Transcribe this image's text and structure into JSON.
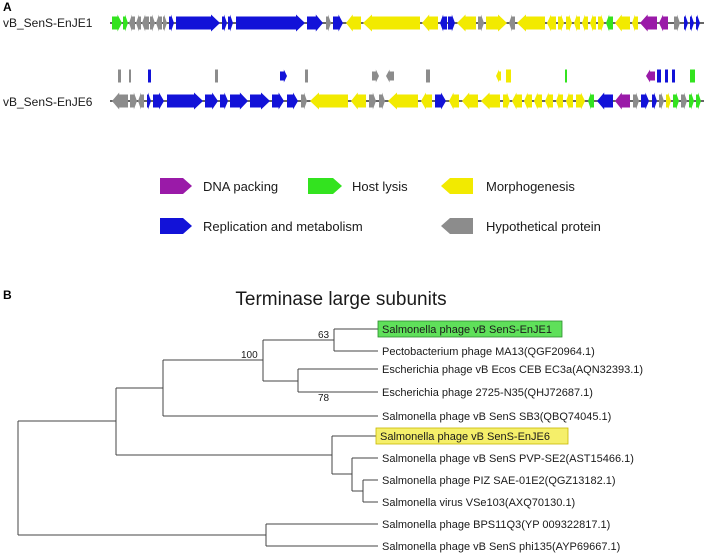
{
  "panel_a": {
    "label": "A",
    "genome1_name": "vB_SenS-EnJE1",
    "genome2_name": "vB_SenS-EnJE6",
    "legend": [
      {
        "label": "DNA packing",
        "color": "#9a1aa8"
      },
      {
        "label": "Host lysis",
        "color": "#33e31f"
      },
      {
        "label": "Morphogenesis",
        "color": "#f2ea00"
      },
      {
        "label": "Replication and metabolism",
        "color": "#1212d8"
      },
      {
        "label": "Hypothetical protein",
        "color": "#8c8c8c"
      }
    ]
  },
  "panel_b": {
    "label": "B",
    "title": "Terminase large subunits",
    "leaves": [
      {
        "text": "Salmonella phage vB SenS-EnJE1",
        "highlight": "#5fe05a"
      },
      {
        "text": "Pectobacterium phage MA13(QGF20964.1)",
        "highlight": ""
      },
      {
        "text": "Escherichia phage vB Ecos CEB EC3a(AQN32393.1)",
        "highlight": ""
      },
      {
        "text": "Escherichia phage 2725-N35(QHJ72687.1)",
        "highlight": ""
      },
      {
        "text": "Salmonella phage vB SenS SB3(QBQ74045.1)",
        "highlight": ""
      },
      {
        "text": "Salmonella phage vB SenS-EnJE6",
        "highlight": "#f5ef6a"
      },
      {
        "text": "Salmonella phage vB SenS PVP-SE2(AST15466.1)",
        "highlight": ""
      },
      {
        "text": "Salmonella phage PIZ SAE-01E2(QGZ13182.1)",
        "highlight": ""
      },
      {
        "text": "Salmonella virus VSe103(AXQ70130.1)",
        "highlight": ""
      },
      {
        "text": "Salmonella phage BPS11Q3(YP 009322817.1)",
        "highlight": ""
      },
      {
        "text": "Salmonella phage vB SenS phi135(AYP69667.1)",
        "highlight": ""
      }
    ],
    "bootstrap": [
      "63",
      "100",
      "78"
    ]
  },
  "genes": {
    "genome1": [
      {
        "s": 112,
        "e": 122,
        "c": "green",
        "d": 1
      },
      {
        "s": 123,
        "e": 128,
        "c": "green",
        "d": 1
      },
      {
        "s": 129,
        "e": 135,
        "c": "gray",
        "d": -1
      },
      {
        "s": 136,
        "e": 141,
        "c": "gray",
        "d": -1
      },
      {
        "s": 142,
        "e": 149,
        "c": "gray",
        "d": -1
      },
      {
        "s": 150,
        "e": 155,
        "c": "gray",
        "d": 1
      },
      {
        "s": 156,
        "e": 162,
        "c": "gray",
        "d": -1
      },
      {
        "s": 163,
        "e": 167,
        "c": "gray",
        "d": 1
      },
      {
        "s": 169,
        "e": 174,
        "c": "blue",
        "d": 1
      },
      {
        "s": 176,
        "e": 220,
        "c": "blue",
        "d": 1
      },
      {
        "s": 222,
        "e": 227,
        "c": "blue",
        "d": 1
      },
      {
        "s": 228,
        "e": 233,
        "c": "blue",
        "d": 1
      },
      {
        "s": 236,
        "e": 305,
        "c": "blue",
        "d": 1
      },
      {
        "s": 307,
        "e": 323,
        "c": "blue",
        "d": 1
      },
      {
        "s": 326,
        "e": 331,
        "c": "gray",
        "d": 1
      },
      {
        "s": 333,
        "e": 343,
        "c": "blue",
        "d": 1
      },
      {
        "s": 346,
        "e": 361,
        "c": "yellow",
        "d": -1
      },
      {
        "s": 363,
        "e": 420,
        "c": "yellow",
        "d": -1
      },
      {
        "s": 422,
        "e": 438,
        "c": "yellow",
        "d": -1
      },
      {
        "s": 440,
        "e": 447,
        "c": "blue",
        "d": -1
      },
      {
        "s": 448,
        "e": 455,
        "c": "blue",
        "d": 1
      },
      {
        "s": 457,
        "e": 476,
        "c": "yellow",
        "d": -1
      },
      {
        "s": 478,
        "e": 484,
        "c": "gray",
        "d": 1
      },
      {
        "s": 486,
        "e": 507,
        "c": "yellow",
        "d": 1
      },
      {
        "s": 509,
        "e": 515,
        "c": "gray",
        "d": -1
      },
      {
        "s": 517,
        "e": 545,
        "c": "yellow",
        "d": -1
      },
      {
        "s": 547,
        "e": 556,
        "c": "yellow",
        "d": -1
      },
      {
        "s": 558,
        "e": 564,
        "c": "yellow",
        "d": 1
      },
      {
        "s": 566,
        "e": 572,
        "c": "yellow",
        "d": 1
      },
      {
        "s": 574,
        "e": 580,
        "c": "yellow",
        "d": -1
      },
      {
        "s": 582,
        "e": 588,
        "c": "yellow",
        "d": -1
      },
      {
        "s": 590,
        "e": 596,
        "c": "yellow",
        "d": -1
      },
      {
        "s": 598,
        "e": 604,
        "c": "yellow",
        "d": 1
      },
      {
        "s": 606,
        "e": 613,
        "c": "green",
        "d": -1
      },
      {
        "s": 615,
        "e": 630,
        "c": "yellow",
        "d": -1
      },
      {
        "s": 632,
        "e": 638,
        "c": "yellow",
        "d": -1
      },
      {
        "s": 640,
        "e": 657,
        "c": "purple",
        "d": -1
      },
      {
        "s": 659,
        "e": 668,
        "c": "purple",
        "d": -1
      },
      {
        "s": 674,
        "e": 680,
        "c": "gray",
        "d": 1
      },
      {
        "s": 684,
        "e": 688,
        "c": "blue",
        "d": 1
      },
      {
        "s": 690,
        "e": 694,
        "c": "blue",
        "d": 1
      },
      {
        "s": 696,
        "e": 700,
        "c": "blue",
        "d": 1
      }
    ],
    "genome2": [
      {
        "s": 112,
        "e": 128,
        "c": "gray",
        "d": -1
      },
      {
        "s": 130,
        "e": 137,
        "c": "gray",
        "d": 1
      },
      {
        "s": 138,
        "e": 144,
        "c": "gray",
        "d": -1
      },
      {
        "s": 147,
        "e": 151,
        "c": "blue",
        "d": 1
      },
      {
        "s": 153,
        "e": 164,
        "c": "blue",
        "d": 1
      },
      {
        "s": 167,
        "e": 203,
        "c": "blue",
        "d": 1
      },
      {
        "s": 205,
        "e": 218,
        "c": "blue",
        "d": 1
      },
      {
        "s": 220,
        "e": 228,
        "c": "blue",
        "d": 1
      },
      {
        "s": 230,
        "e": 248,
        "c": "blue",
        "d": 1
      },
      {
        "s": 250,
        "e": 270,
        "c": "blue",
        "d": 1
      },
      {
        "s": 272,
        "e": 284,
        "c": "blue",
        "d": 1
      },
      {
        "s": 287,
        "e": 298,
        "c": "blue",
        "d": 1
      },
      {
        "s": 301,
        "e": 307,
        "c": "gray",
        "d": 1
      },
      {
        "s": 310,
        "e": 348,
        "c": "yellow",
        "d": -1
      },
      {
        "s": 351,
        "e": 366,
        "c": "yellow",
        "d": -1
      },
      {
        "s": 369,
        "e": 376,
        "c": "gray",
        "d": 1
      },
      {
        "s": 379,
        "e": 385,
        "c": "gray",
        "d": 1
      },
      {
        "s": 388,
        "e": 418,
        "c": "yellow",
        "d": -1
      },
      {
        "s": 421,
        "e": 432,
        "c": "yellow",
        "d": -1
      },
      {
        "s": 435,
        "e": 446,
        "c": "blue",
        "d": 1
      },
      {
        "s": 449,
        "e": 459,
        "c": "yellow",
        "d": -1
      },
      {
        "s": 462,
        "e": 478,
        "c": "yellow",
        "d": -1
      },
      {
        "s": 481,
        "e": 500,
        "c": "yellow",
        "d": -1
      },
      {
        "s": 503,
        "e": 510,
        "c": "yellow",
        "d": 1
      },
      {
        "s": 512,
        "e": 522,
        "c": "yellow",
        "d": -1
      },
      {
        "s": 524,
        "e": 532,
        "c": "yellow",
        "d": -1
      },
      {
        "s": 534,
        "e": 542,
        "c": "yellow",
        "d": -1
      },
      {
        "s": 545,
        "e": 553,
        "c": "yellow",
        "d": -1
      },
      {
        "s": 556,
        "e": 563,
        "c": "yellow",
        "d": -1
      },
      {
        "s": 566,
        "e": 573,
        "c": "yellow",
        "d": -1
      },
      {
        "s": 576,
        "e": 585,
        "c": "yellow",
        "d": 1
      },
      {
        "s": 588,
        "e": 594,
        "c": "green",
        "d": -1
      },
      {
        "s": 597,
        "e": 613,
        "c": "blue",
        "d": -1
      },
      {
        "s": 615,
        "e": 630,
        "c": "purple",
        "d": -1
      },
      {
        "s": 633,
        "e": 639,
        "c": "gray",
        "d": 1
      },
      {
        "s": 641,
        "e": 649,
        "c": "blue",
        "d": 1
      },
      {
        "s": 652,
        "e": 657,
        "c": "blue",
        "d": 1
      },
      {
        "s": 659,
        "e": 664,
        "c": "gray",
        "d": 1
      },
      {
        "s": 666,
        "e": 671,
        "c": "yellow",
        "d": 1
      },
      {
        "s": 673,
        "e": 679,
        "c": "green",
        "d": 1
      },
      {
        "s": 681,
        "e": 687,
        "c": "gray",
        "d": 1
      },
      {
        "s": 689,
        "e": 694,
        "c": "green",
        "d": 1
      },
      {
        "s": 696,
        "e": 701,
        "c": "green",
        "d": 1
      }
    ],
    "inserts": [
      {
        "s": 118,
        "e": 121,
        "c": "gray",
        "d": 0
      },
      {
        "s": 129,
        "e": 131,
        "c": "gray",
        "d": 0
      },
      {
        "s": 148,
        "e": 151,
        "c": "blue",
        "d": 0
      },
      {
        "s": 215,
        "e": 218,
        "c": "gray",
        "d": 0
      },
      {
        "s": 280,
        "e": 287,
        "c": "blue",
        "d": 1
      },
      {
        "s": 305,
        "e": 308,
        "c": "gray",
        "d": 0
      },
      {
        "s": 372,
        "e": 379,
        "c": "gray",
        "d": 1
      },
      {
        "s": 386,
        "e": 394,
        "c": "gray",
        "d": -1
      },
      {
        "s": 426,
        "e": 430,
        "c": "gray",
        "d": 0
      },
      {
        "s": 496,
        "e": 501,
        "c": "yellow",
        "d": -1
      },
      {
        "s": 506,
        "e": 511,
        "c": "yellow",
        "d": 0
      },
      {
        "s": 565,
        "e": 567,
        "c": "green",
        "d": 0
      },
      {
        "s": 646,
        "e": 655,
        "c": "purple",
        "d": -1
      },
      {
        "s": 657,
        "e": 661,
        "c": "blue",
        "d": 0
      },
      {
        "s": 665,
        "e": 668,
        "c": "blue",
        "d": 0
      },
      {
        "s": 672,
        "e": 675,
        "c": "blue",
        "d": 0
      },
      {
        "s": 690,
        "e": 695,
        "c": "green",
        "d": 0
      }
    ]
  }
}
